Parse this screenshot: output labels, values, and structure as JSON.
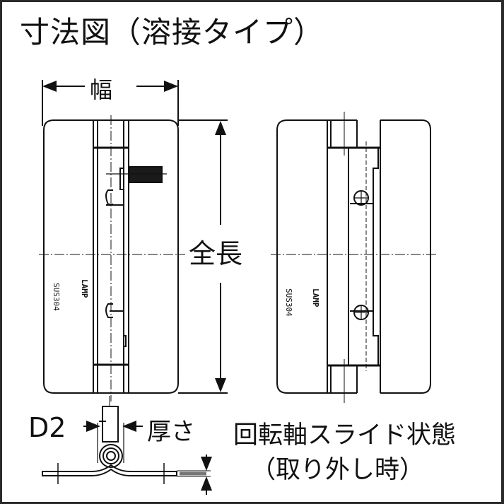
{
  "title": "寸法図（溶接タイプ）",
  "labels": {
    "width": "幅",
    "total_length": "全長",
    "d2": "D2",
    "thickness": "厚さ",
    "caption_line1": "回転軸スライド状態",
    "caption_line2": "（取り外し時）"
  },
  "hinge_marks": {
    "left_view": {
      "logo": "LAMP",
      "material": "SUS304"
    },
    "right_view": {
      "logo": "LAMP",
      "material": "SUS304"
    }
  },
  "colors": {
    "line": "#111111",
    "frame": "#2a2a2a",
    "background": "#ffffff"
  }
}
